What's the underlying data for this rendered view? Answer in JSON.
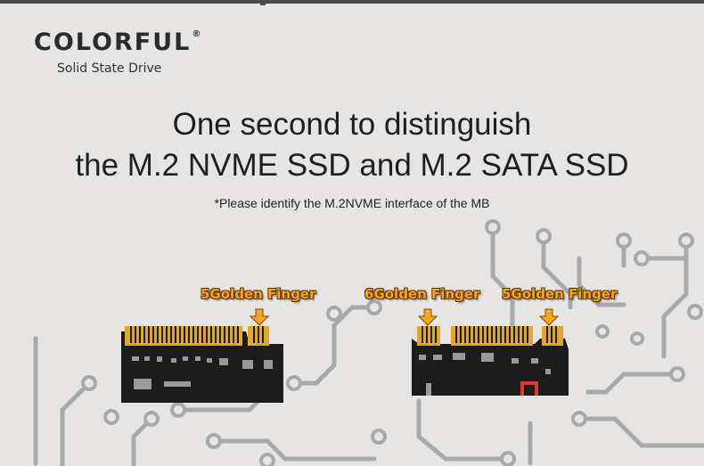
{
  "brand": {
    "name": "COLORFUL",
    "registered": "®",
    "tagline": "Solid State Drive"
  },
  "headline": {
    "line1": "One second to distinguish",
    "line2": "the M.2 NVME SSD and M.2 SATA SSD"
  },
  "note": "*Please identify the M.2NVME interface of the MB",
  "callouts": [
    {
      "label": "5Golden Finger"
    },
    {
      "label": "6Golden Finger"
    },
    {
      "label": "5Golden Finger"
    }
  ],
  "colors": {
    "background": "#e6e5e3",
    "circuit_line": "#a9a9a9",
    "callout_text": "#f7a51c",
    "gold_finger": "#e0a825",
    "pcb": "#1c1c1c",
    "accent_red": "#e03a2f"
  }
}
